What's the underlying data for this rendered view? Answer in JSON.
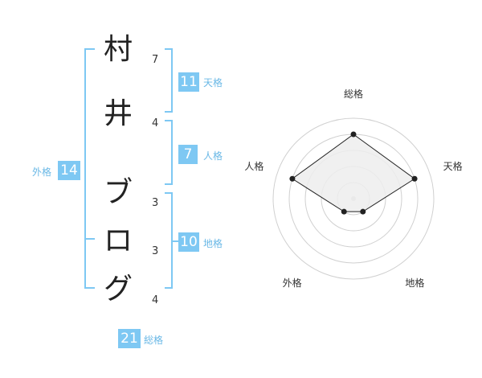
{
  "name": {
    "chars": [
      {
        "char": "村",
        "strokes": "7"
      },
      {
        "char": "井",
        "strokes": "4"
      },
      {
        "char": "ブ",
        "strokes": "3"
      },
      {
        "char": "ロ",
        "strokes": "3"
      },
      {
        "char": "グ",
        "strokes": "4"
      }
    ]
  },
  "kaku": {
    "tenkaku": {
      "value": "11",
      "label": "天格"
    },
    "jinkaku": {
      "value": "7",
      "label": "人格"
    },
    "chikaku": {
      "value": "10",
      "label": "地格"
    },
    "gaikaku": {
      "value": "14",
      "label": "外格"
    },
    "soukaku": {
      "value": "21",
      "label": "総格"
    }
  },
  "colors": {
    "accent": "#7ec8f3",
    "accent_text": "#6ab8e6",
    "ring": "#d0d0d0",
    "fill": "#ededed",
    "line": "#222222"
  },
  "chart_data": {
    "type": "radar",
    "axes": [
      "総格",
      "天格",
      "地格",
      "外格",
      "人格"
    ],
    "values": [
      4,
      4,
      1,
      1,
      4
    ],
    "max": 5,
    "rings": 5
  }
}
